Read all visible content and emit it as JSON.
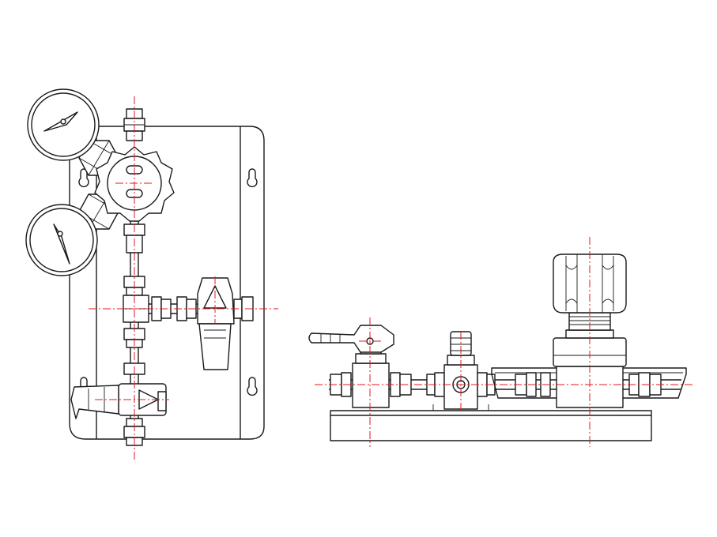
{
  "colors": {
    "outline": "#1a1a1a",
    "centerline": "#e8141c",
    "background": "#ffffff"
  },
  "views": [
    {
      "name": "front-view",
      "gauge_count": 2,
      "valve_count": 2
    },
    {
      "name": "side-view",
      "valve_count": 2,
      "regulator_count": 1
    }
  ]
}
